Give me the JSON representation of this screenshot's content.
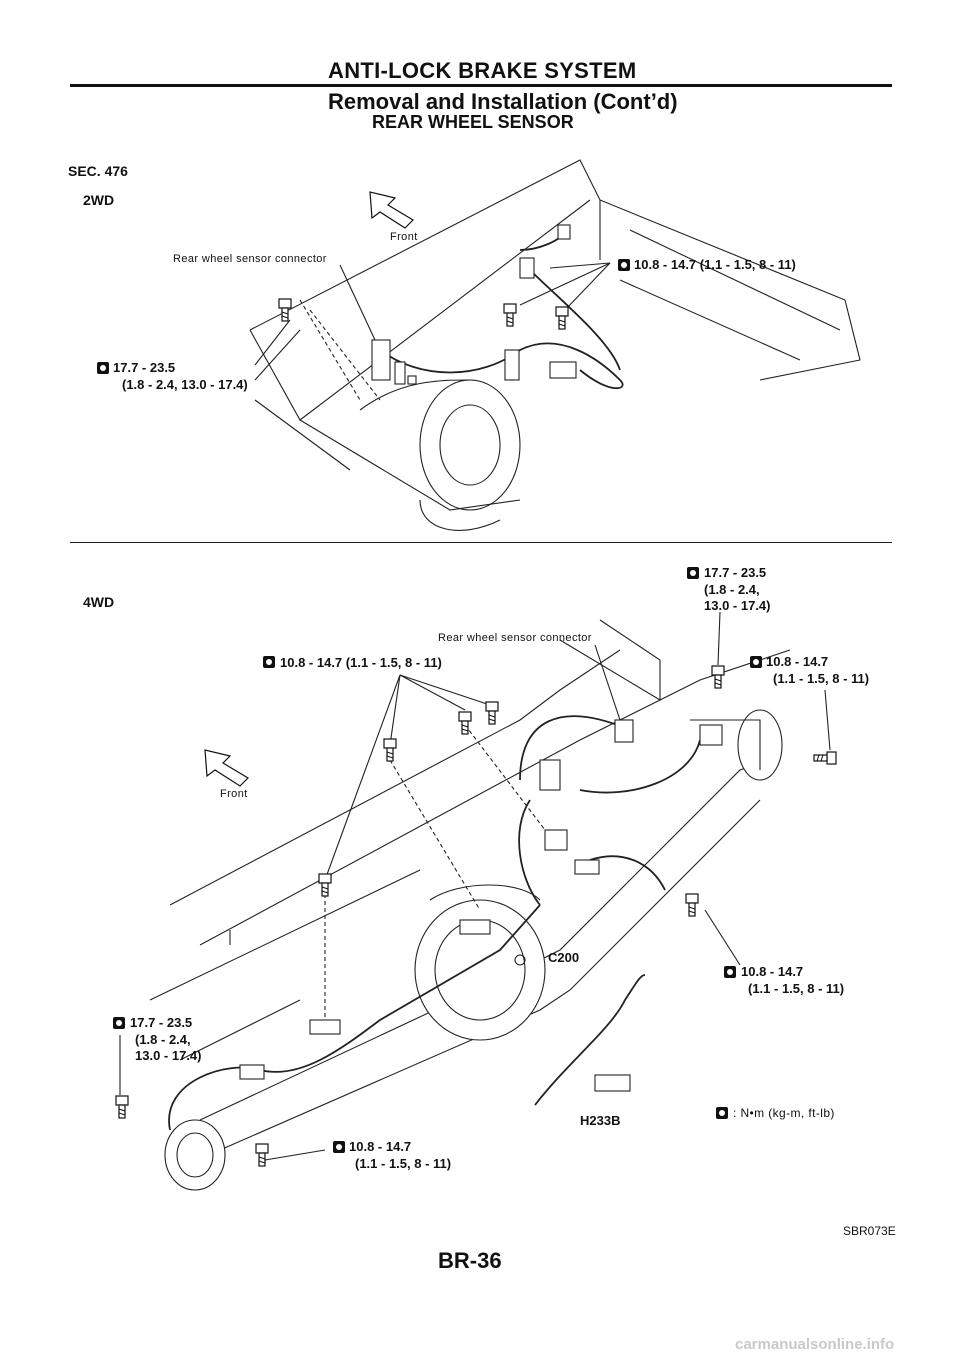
{
  "header": {
    "title": "ANTI-LOCK BRAKE SYSTEM",
    "subtitle": "Removal and Installation (Cont’d)"
  },
  "section_title": "REAR WHEEL SENSOR",
  "section_code": "SEC. 476",
  "wd2": {
    "label": "2WD",
    "front": "Front",
    "connector": "Rear wheel sensor connector",
    "torque_a": "10.8 - 14.7 (1.1 - 1.5, 8 - 11)",
    "torque_b_1": "17.7 - 23.5",
    "torque_b_2": "(1.8 - 2.4, 13.0 - 17.4)"
  },
  "wd4": {
    "label": "4WD",
    "front": "Front",
    "connector": "Rear wheel sensor connector",
    "tq_top_right_1": "17.7 - 23.5",
    "tq_top_right_2": "(1.8 - 2.4,",
    "tq_top_right_3": "13.0 - 17.4)",
    "tq_top_center": "10.8 - 14.7 (1.1 - 1.5, 8 - 11)",
    "tq_right_1": "10.8 - 14.7",
    "tq_right_2": "(1.1 - 1.5, 8 - 11)",
    "tq_mid_right_1": "10.8 - 14.7",
    "tq_mid_right_2": "(1.1 - 1.5, 8 - 11)",
    "tq_left_1": "17.7 - 23.5",
    "tq_left_2": "(1.8 - 2.4,",
    "tq_left_3": "13.0 - 17.4)",
    "tq_bottom_1": "10.8 - 14.7",
    "tq_bottom_2": "(1.1 - 1.5, 8 - 11)",
    "c200": "C200",
    "h233b": "H233B",
    "units": ": N•m (kg-m, ft-lb)"
  },
  "figure_code": "SBR073E",
  "page_number": "BR-36",
  "watermark": "carmanualsonline.info"
}
